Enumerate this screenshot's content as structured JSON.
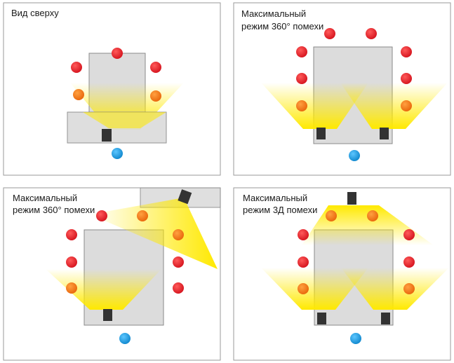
{
  "panels": [
    {
      "title_lines": [
        "Вид сверху"
      ]
    },
    {
      "title_lines": [
        "Максимальный",
        "режим 360° помехи"
      ]
    },
    {
      "title_lines": [
        "Максимальный",
        "режим 360° помехи"
      ]
    },
    {
      "title_lines": [
        "Максимальный",
        "режим 3Д помехи"
      ]
    }
  ],
  "colors": {
    "background": "#ffffff",
    "panel_border": "#9a9a9a",
    "table": "#dcdcdc",
    "table_border": "#8a8a8a",
    "camera": "#333333",
    "seat_red": "#e0202a",
    "seat_orange": "#f07a14",
    "seat_blue": "#1c9ce0",
    "beam": "#ffe900"
  }
}
